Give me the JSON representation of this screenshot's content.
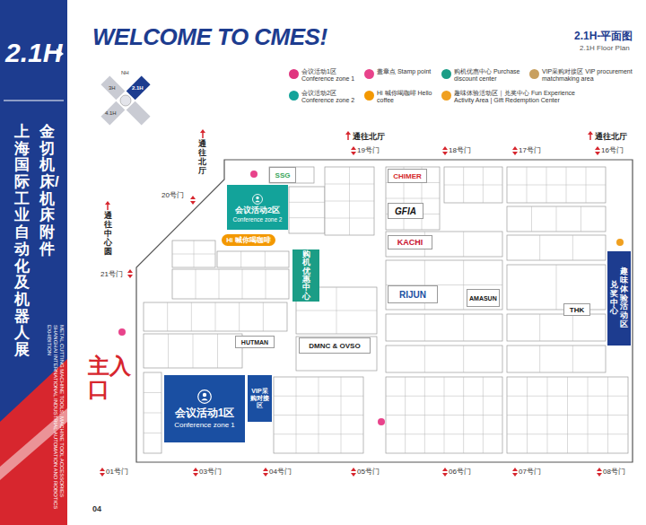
{
  "diagram": {
    "title": "WELCOME TO CMES!",
    "nodes": [
      {
        "text": [
          "会议活动2区",
          "Conference zone 2"
        ]
      },
      {
        "text": [
          "Hi 喊你喝咖啡"
        ]
      },
      {
        "text": [
          "购机优惠中心"
        ]
      },
      {
        "text": [
          "会议活动1区",
          "Conference zone 1"
        ]
      },
      {
        "text": [
          "VIP采购对接区"
        ]
      },
      {
        "text": [
          "趣味体验活动区",
          "兑奖中心"
        ]
      },
      {
        "text": [
          "SSG"
        ]
      },
      {
        "text": [
          "CHIMER"
        ]
      },
      {
        "text": [
          "GFIA"
        ]
      },
      {
        "text": [
          "KACHI"
        ]
      },
      {
        "text": [
          "RIJUN"
        ]
      },
      {
        "text": [
          "AMASUN"
        ]
      },
      {
        "text": [
          "THK"
        ]
      },
      {
        "text": [
          "DMNC & OVSO"
        ]
      },
      {
        "text": [
          "HUTMAN"
        ]
      }
    ],
    "labels": [
      "2.1H",
      "金切机床/机床附件",
      "上海国际工业自动化及机器人展",
      "METAL CUTTING MACHINE TOOLS, MACHINE TOOL ACCESSORIES SHANGHAI INTERNATIONAL INDUSTRIAL AUTOMATION AND ROBOTICS EXHIBITION",
      "NH",
      "3H",
      "4.1H",
      "2.1H",
      "2.1H-平面图",
      "2.1H Floor Plan",
      "通往北厅",
      "19号门",
      "18号门",
      "17号门",
      "通往北厅",
      "16号门",
      "通往北厅",
      "20号门",
      "通往中心圆",
      "21号门",
      "主入口",
      "01号门",
      "03号门",
      "04号门",
      "05号门",
      "06号门",
      "07号门",
      "08号门",
      "04"
    ],
    "legend": [
      {
        "text": "会议活动1区 Conference zone 1",
        "color": "#e0357f"
      },
      {
        "text": "盖章点 Stamp point",
        "color": "#e8438b"
      },
      {
        "text": "购机优惠中心 Purchase discount center",
        "color": "#1b9d86"
      },
      {
        "text": "VIP采购对接区 VIP procurement matchmaking area",
        "color": "#c8a060"
      },
      {
        "text": "会议活动2区 Conference zone 2",
        "color": "#14a39a"
      },
      {
        "text": "Hi 喊你喝咖啡 Hello coffee",
        "color": "#f39800"
      },
      {
        "text": "趣味体验活动区｜兑奖中心 Fun Experience Activity Area | Gift Redemption Center",
        "color": "#f0a020"
      }
    ]
  }
}
